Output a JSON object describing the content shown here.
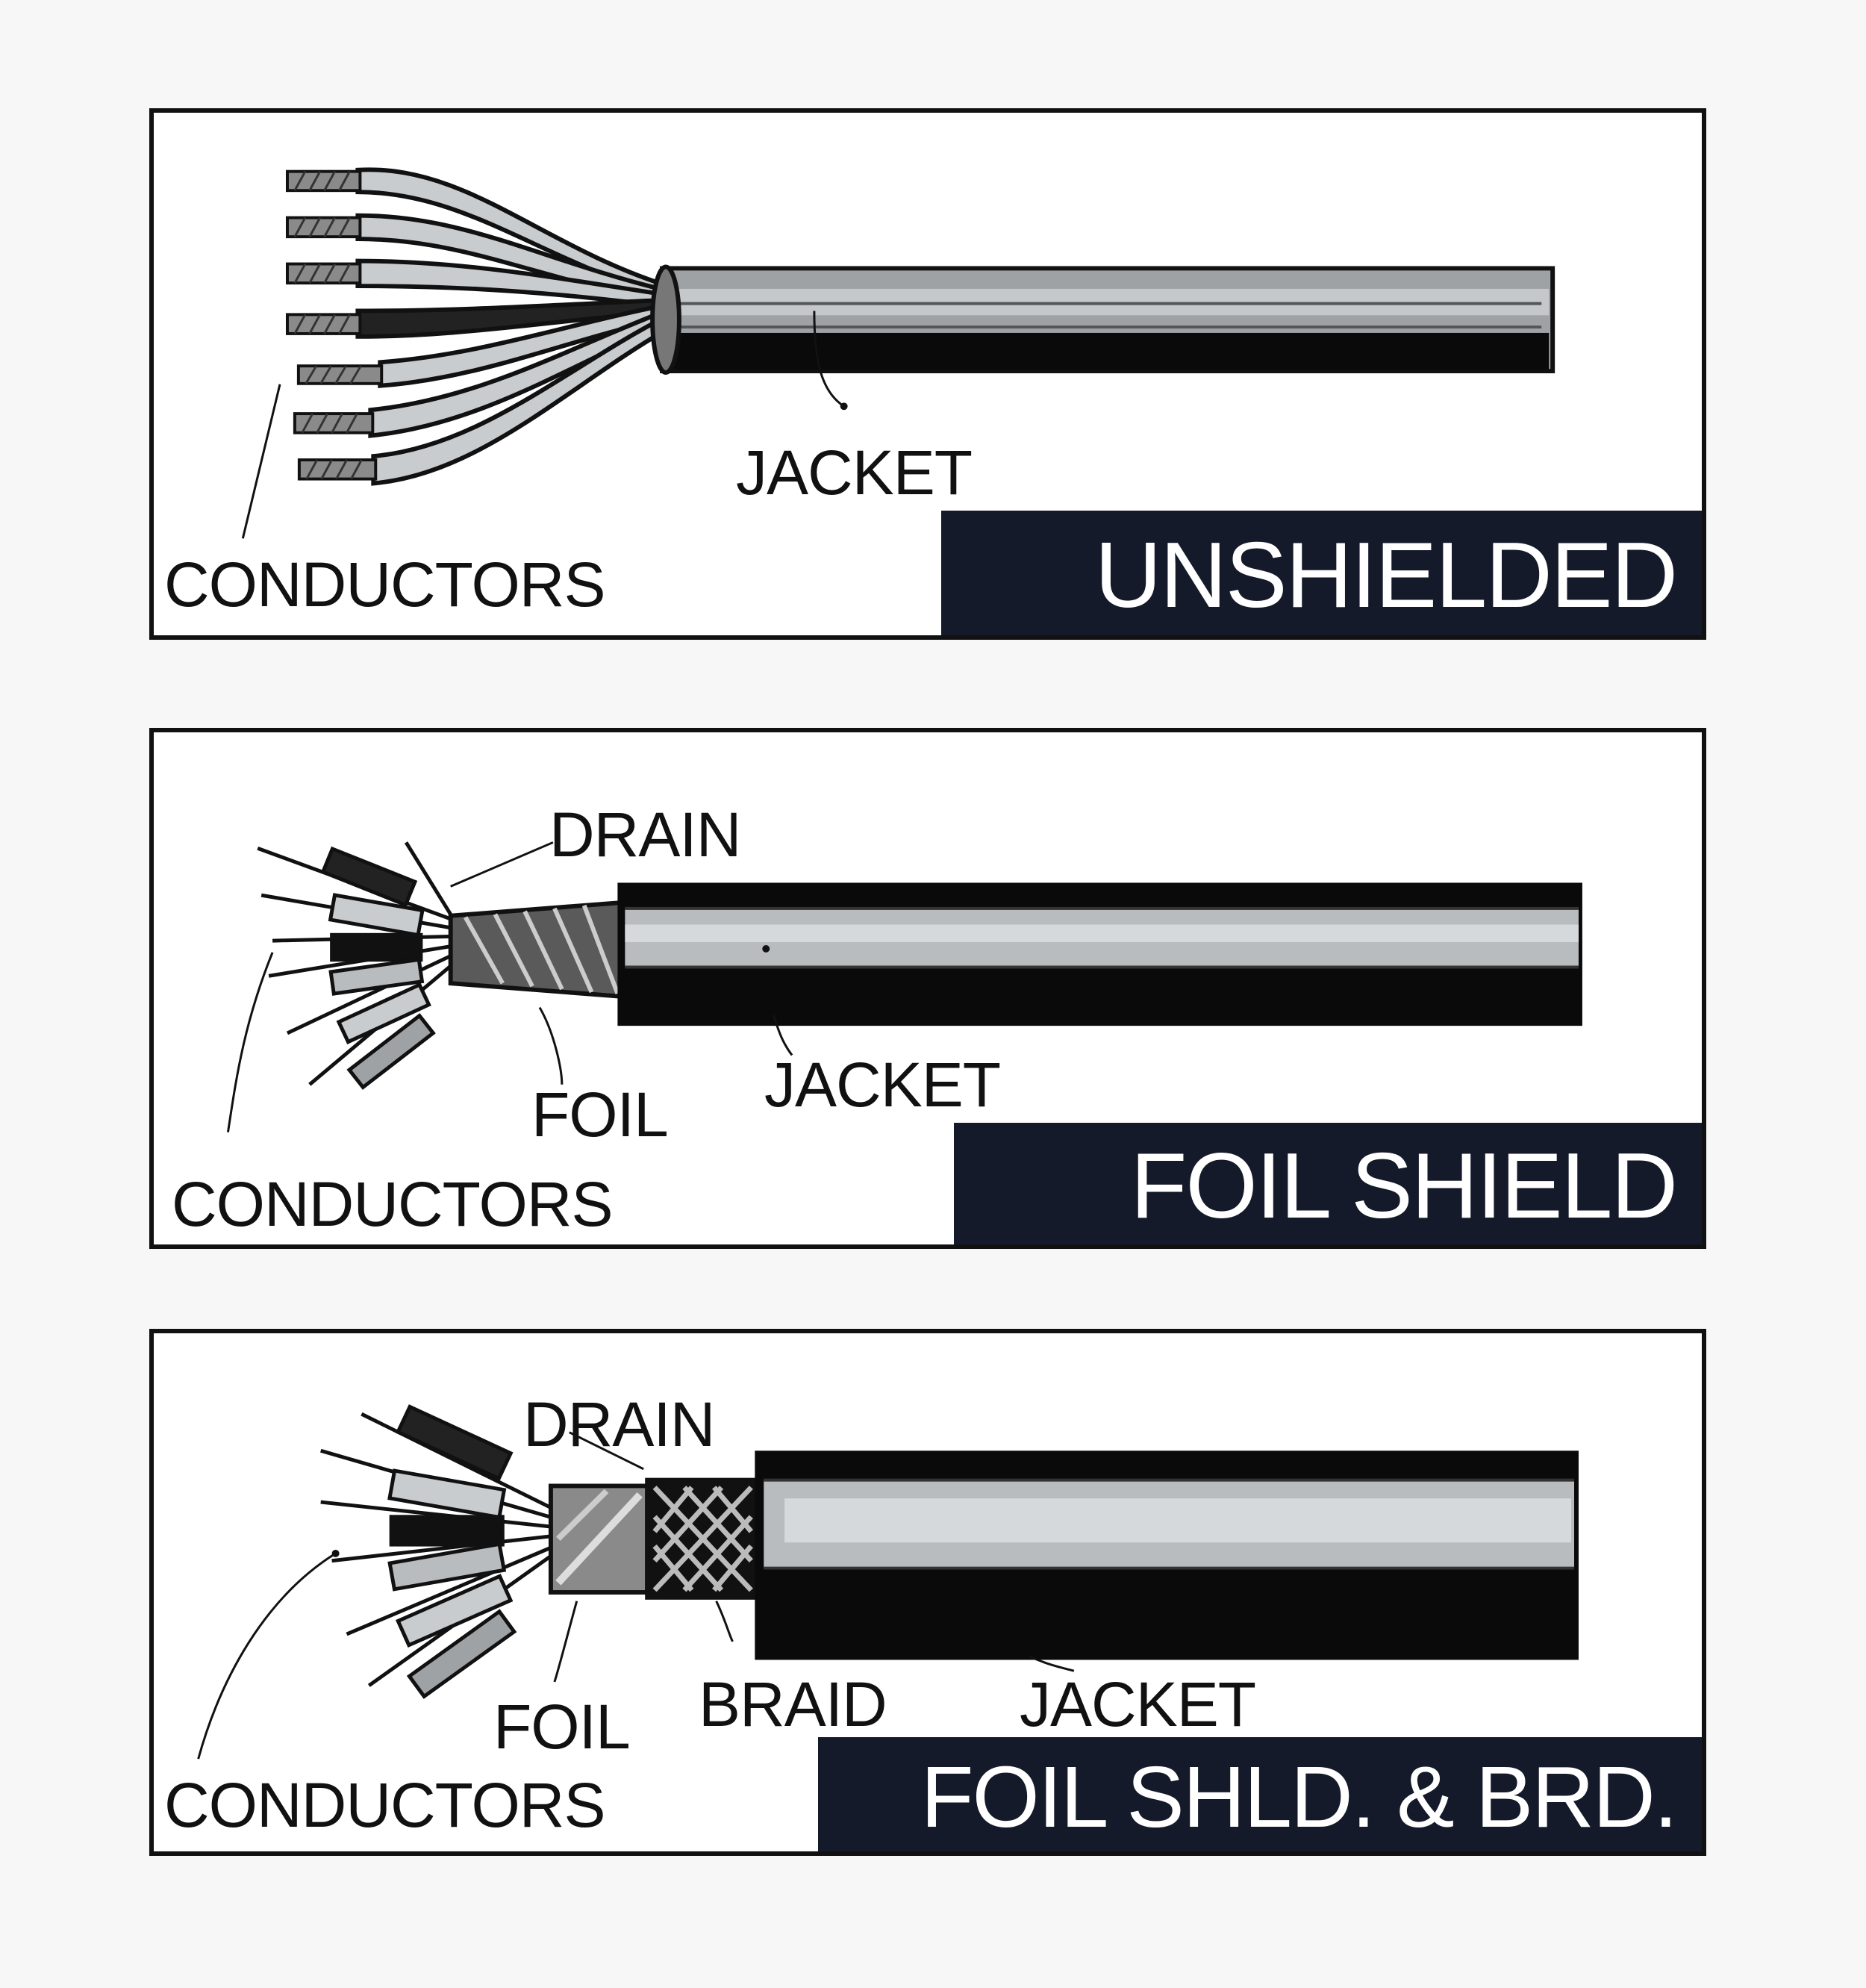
{
  "panels": [
    {
      "title": "UNSHIELDED",
      "labels": {
        "conductors": "CONDUCTORS",
        "jacket": "JACKET"
      }
    },
    {
      "title": "FOIL SHIELD",
      "labels": {
        "drain": "DRAIN",
        "foil": "FOIL",
        "jacket": "JACKET",
        "conductors": "CONDUCTORS"
      }
    },
    {
      "title": "FOIL SHLD. & BRD.",
      "labels": {
        "drain": "DRAIN",
        "foil": "FOIL",
        "braid": "BRAID",
        "jacket": "JACKET",
        "conductors": "CONDUCTORS"
      }
    }
  ],
  "colors": {
    "panel_border": "#111111",
    "title_background": "#141a29",
    "title_text": "#ffffff",
    "jacket_light": "#b8bcbe",
    "jacket_dark": "#0a0a0a",
    "insulation_light": "#c8ccce",
    "copper_strand": "#8a8a8a"
  }
}
